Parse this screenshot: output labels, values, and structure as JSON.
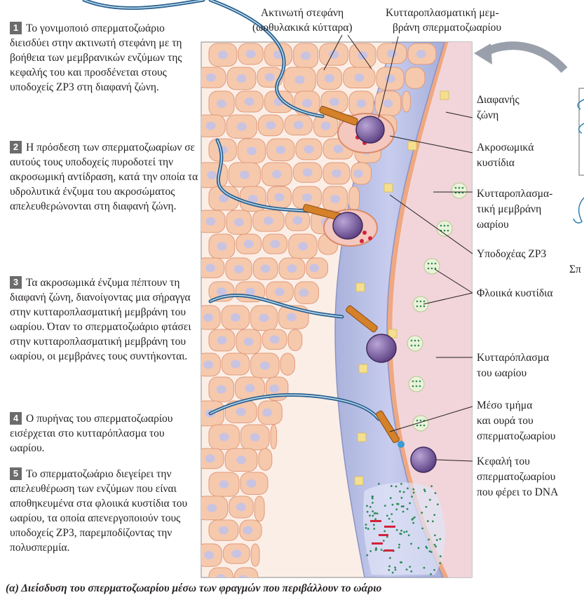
{
  "steps": [
    {
      "num": "1",
      "text": "Το γονιμοποιό σπερματοζωάριο διεισδύει στην ακτινωτή στεφάνη με τη βοήθεια των μεμβρανικών ενζύμων της κεφαλής του και προσδένεται στους υποδοχείς ZP3 στη διαφανή ζώνη."
    },
    {
      "num": "2",
      "text": "Η πρόσδεση των σπερματοζωαρίων σε αυτούς τους υποδοχείς πυροδοτεί την ακροσωμική αντίδραση, κατά την οποία τα υδρολυτικά ένζυμα του ακροσώματος απελευθερώνονται στη διαφανή ζώνη."
    },
    {
      "num": "3",
      "text": "Τα ακροσωμικά ένζυμα πέπτουν τη διαφανή ζώνη, διανοίγοντας μια σήραγγα στην κυτταροπλασματική μεμβράνη του ωαρίου. Όταν το σπερματοζωάριο φτάσει στην κυτταροπλασματική μεμβράνη του ωαρίου, οι μεμβράνες τους συντήκονται."
    },
    {
      "num": "4",
      "text": "Ο πυρήνας του σπερματοζωαρίου εισέρχεται στο κυτταρόπλασμα του ωαρίου."
    },
    {
      "num": "5",
      "text": "Το σπερματοζωάριο διεγείρει την απελευθέρωση των ενζύμων που είναι αποθηκευμένα στα φλοιικά κυστίδια του ωαρίου, τα οποία απενεργοποιούν τους υποδοχείς ZP3, παρεμποδίζοντας την πολυσπερμία."
    }
  ],
  "labels": {
    "corona_1": "Ακτινωτή στεφάνη",
    "corona_2": "(ωοθυλακικά κύτταρα)",
    "sperm_membrane_1": "Κυτταροπλασματική μεμ-",
    "sperm_membrane_2": "βράνη σπερματοζωαρίου",
    "zona_1": "Διαφανής",
    "zona_2": "ζώνη",
    "acrosomal_1": "Ακροσωμικά",
    "acrosomal_2": "κυστίδια",
    "egg_membrane_1": "Κυτταροπλασμα-",
    "egg_membrane_2": "τική μεμβράνη",
    "egg_membrane_3": "ωαρίου",
    "zp3": "Υποδοχέας ZP3",
    "cortical": "Φλοιικά κυστίδια",
    "cytoplasm_1": "Κυτταρόπλασμα",
    "cytoplasm_2": "του ωαρίου",
    "midpiece_1": "Μέσο τμήμα",
    "midpiece_2": "και ουρά του",
    "midpiece_3": "σπερματοζωαρίου",
    "head_1": "Κεφαλή του",
    "head_2": "σπερματοζωαρίου",
    "head_3": "που φέρει το DNA",
    "cut_fragment": "Σπ"
  },
  "caption": "(α) Διείσδυση του σπερματοζωαρίου μέσω των φραγμών που περιβάλλουν το ωάριο",
  "colors": {
    "follicle": "#f6c9ad",
    "follicle_edge": "#e09a7b",
    "nucleus": "#c9c3e2",
    "zona": "#b9bfe3",
    "egg": "#f4dde0",
    "sperm_head": "#7e5fa0",
    "tail": "#2b5f8f",
    "midpiece": "#d4812a",
    "zp3": "#f3df8f"
  }
}
